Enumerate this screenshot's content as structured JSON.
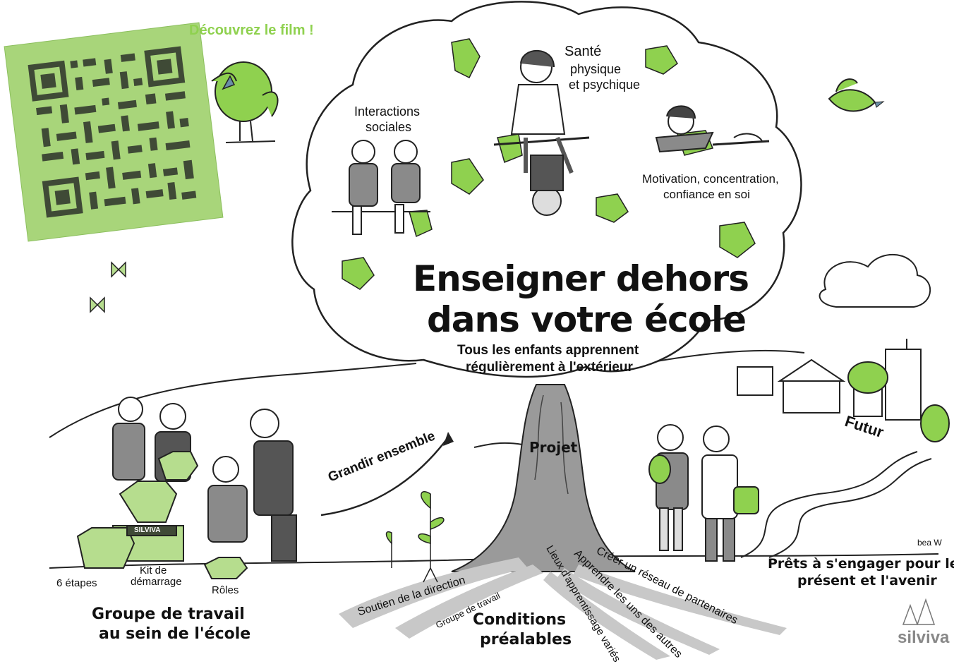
{
  "qr_caption": "Découvrez le film !",
  "title": {
    "line1": "Enseigner dehors",
    "line2": "dans votre école",
    "sub1": "Tous les enfants apprennent",
    "sub2": "régulièrement à l'extérieur"
  },
  "benefits": {
    "sante1": "Santé",
    "sante2": "physique",
    "sante3": "et psychique",
    "interactions1": "Interactions",
    "interactions2": "sociales",
    "motivation1": "Motivation, concentration,",
    "motivation2": "confiance en soi"
  },
  "trunk": {
    "projet": "Projet",
    "grandir": "Grandir ensemble",
    "futur": "Futur",
    "artist": "bea W"
  },
  "kit": {
    "box_label": "SILVIVA",
    "etapes": "6 étapes",
    "kit1": "Kit de",
    "kit2": "démarrage",
    "roles": "Rôles"
  },
  "groupe": {
    "line1": "Groupe de travail",
    "line2": "au sein de l'école"
  },
  "roots": {
    "soutien": "Soutien de la direction",
    "groupe": "Groupe de travail",
    "lieux": "Lieux d'apprentissage variés",
    "apprendre": "Apprendre les uns des autres",
    "reseau": "Créer un réseau de partenaires"
  },
  "conditions": {
    "line1": "Conditions",
    "line2": "préalables"
  },
  "prets": {
    "line1": "Prêts à s'engager pour le",
    "line2": "présent et l'avenir"
  },
  "logo": "silviva",
  "colors": {
    "green": "#8fd14f",
    "pale_green": "#b6dd8e",
    "root_grey": "#c8c8c8",
    "qr_bg": "#a8d57a"
  }
}
